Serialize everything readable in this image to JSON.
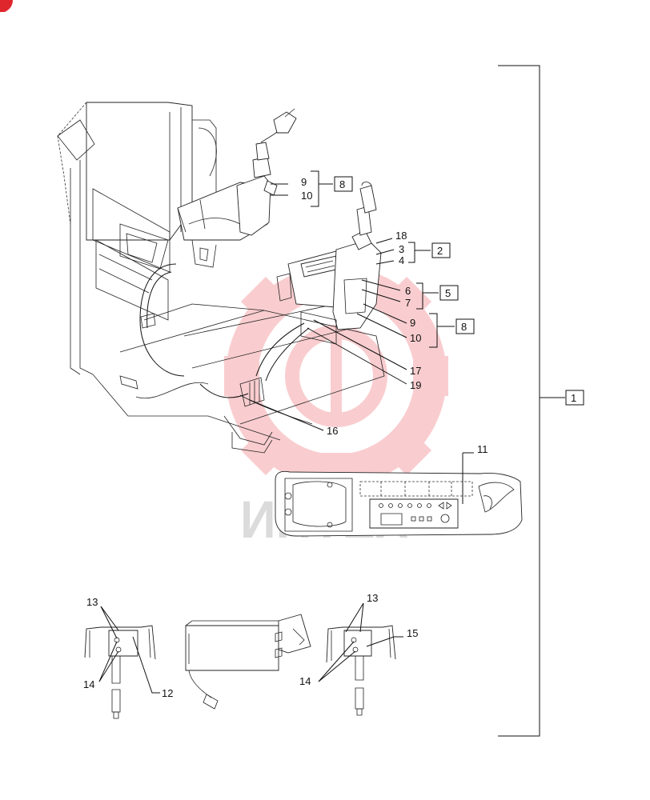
{
  "colors": {
    "line": "#111111",
    "watermark": "#e8222a",
    "corner_mark": "#e0262d"
  },
  "callouts": {
    "c1": "1",
    "c2": "2",
    "c3": "3",
    "c4": "4",
    "c5": "5",
    "c6": "6",
    "c7": "7",
    "c8a": "8",
    "c8b": "8",
    "c9a": "9",
    "c9b": "9",
    "c10a": "10",
    "c10b": "10",
    "c11": "11",
    "c12": "12",
    "c13a": "13",
    "c13b": "13",
    "c14a": "14",
    "c14b": "14",
    "c15": "15",
    "c16": "16",
    "c17": "17",
    "c18": "18",
    "c19": "19"
  },
  "watermark": {
    "text": "ИНТЕХ"
  },
  "icons": {
    "watermark_logo": "gear-logo-icon",
    "corner": "corner-mark-icon"
  }
}
